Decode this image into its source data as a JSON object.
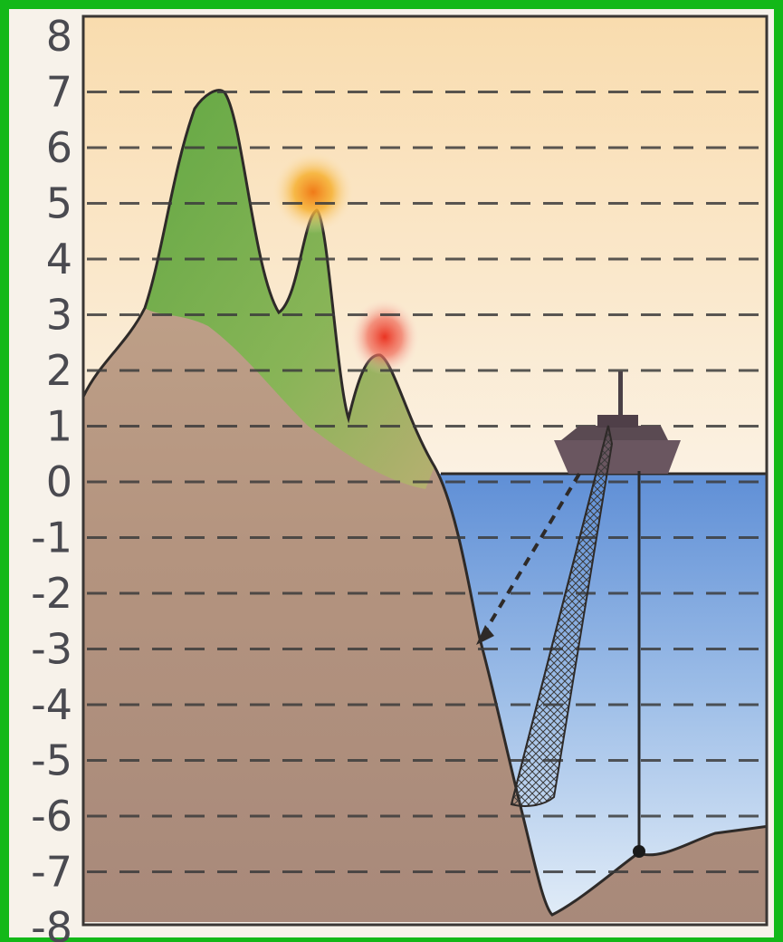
{
  "diagram": {
    "y_axis_ticks": [
      "8",
      "7",
      "6",
      "5",
      "4",
      "3",
      "2",
      "1",
      "0",
      "-1",
      "-2",
      "-3",
      "-4",
      "-5",
      "-6",
      "-7",
      "-8"
    ],
    "colors": {
      "background": "#13b818",
      "sky": "#fbe9c8",
      "sea": "#6a9ad8",
      "land": "#b89a85",
      "vegetation": "#7ab04a",
      "sun": "#f0a020",
      "glow": "#e83a28",
      "outline": "#2e2a28"
    },
    "icons": [
      "ship-icon",
      "sun-icon",
      "fishing-net-icon",
      "anchor-line-icon"
    ]
  }
}
